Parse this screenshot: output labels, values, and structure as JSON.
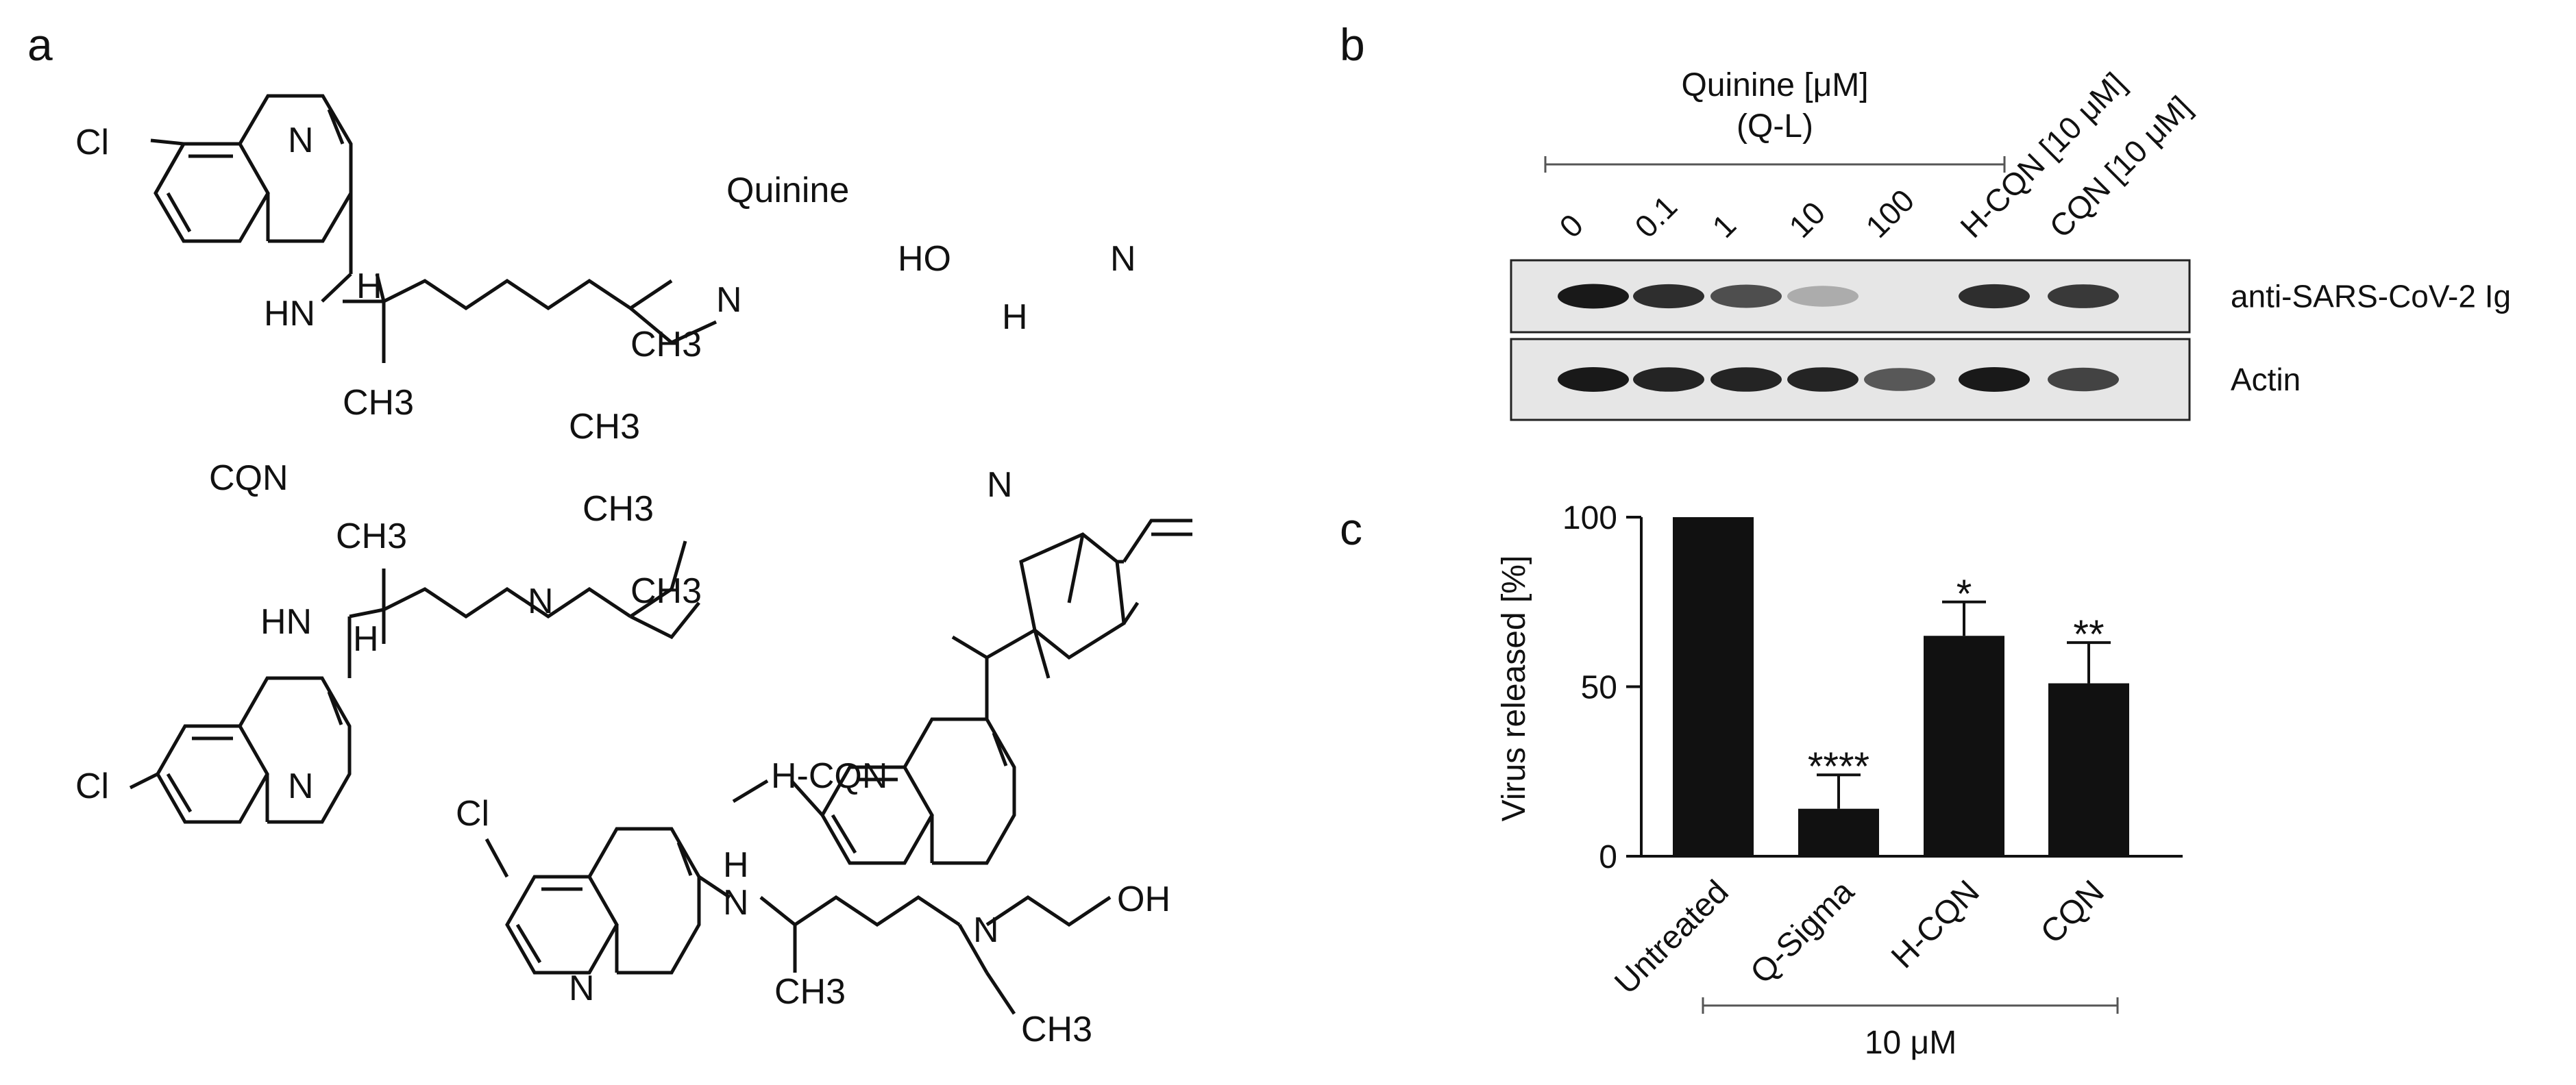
{
  "panel_labels": {
    "a": "a",
    "b": "b",
    "c": "c"
  },
  "panel_a": {
    "structures": [
      {
        "name": "",
        "atoms": [
          "Cl",
          "N",
          "HN",
          "H",
          "CH3",
          "N",
          "CH3",
          "CH3"
        ]
      },
      {
        "name": "Quinine",
        "atoms": [
          "HO",
          "N",
          "H",
          "N"
        ]
      },
      {
        "name": "CQN",
        "atoms": [
          "CH3",
          "HN",
          "H",
          "N",
          "CH3",
          "CH3",
          "Cl",
          "N"
        ]
      },
      {
        "name": "H-CQN",
        "atoms": [
          "Cl",
          "N",
          "H",
          "N",
          "N",
          "OH",
          "CH3",
          "CH3"
        ]
      }
    ]
  },
  "panel_b": {
    "header_line1": "Quinine [μM]",
    "header_line2": "(Q-L)",
    "lanes": [
      "0",
      "0.1",
      "1",
      "10",
      "100",
      "H-CQN [10 μM]",
      "CQN [10 μM]"
    ],
    "blots": [
      {
        "label": "anti-SARS-CoV-2 Ig",
        "band_intensities": [
          1.0,
          0.9,
          0.75,
          0.3,
          0.0,
          0.9,
          0.85
        ]
      },
      {
        "label": "Actin",
        "band_intensities": [
          1.0,
          0.95,
          0.95,
          0.95,
          0.7,
          1.0,
          0.8
        ]
      }
    ]
  },
  "chart_data": {
    "type": "bar",
    "categories": [
      "Untreated",
      "Q-Sigma",
      "H-CQN",
      "CQN"
    ],
    "values": [
      100,
      14,
      65,
      51
    ],
    "errors": [
      0,
      10,
      10,
      12
    ],
    "significance": [
      "",
      "****",
      "*",
      "**"
    ],
    "ylabel": "Virus released [%]",
    "ylim": [
      0,
      100
    ],
    "yticks": [
      "0",
      "50",
      "100"
    ],
    "bracket_label": "10 μM",
    "bar_color": "#111111"
  }
}
